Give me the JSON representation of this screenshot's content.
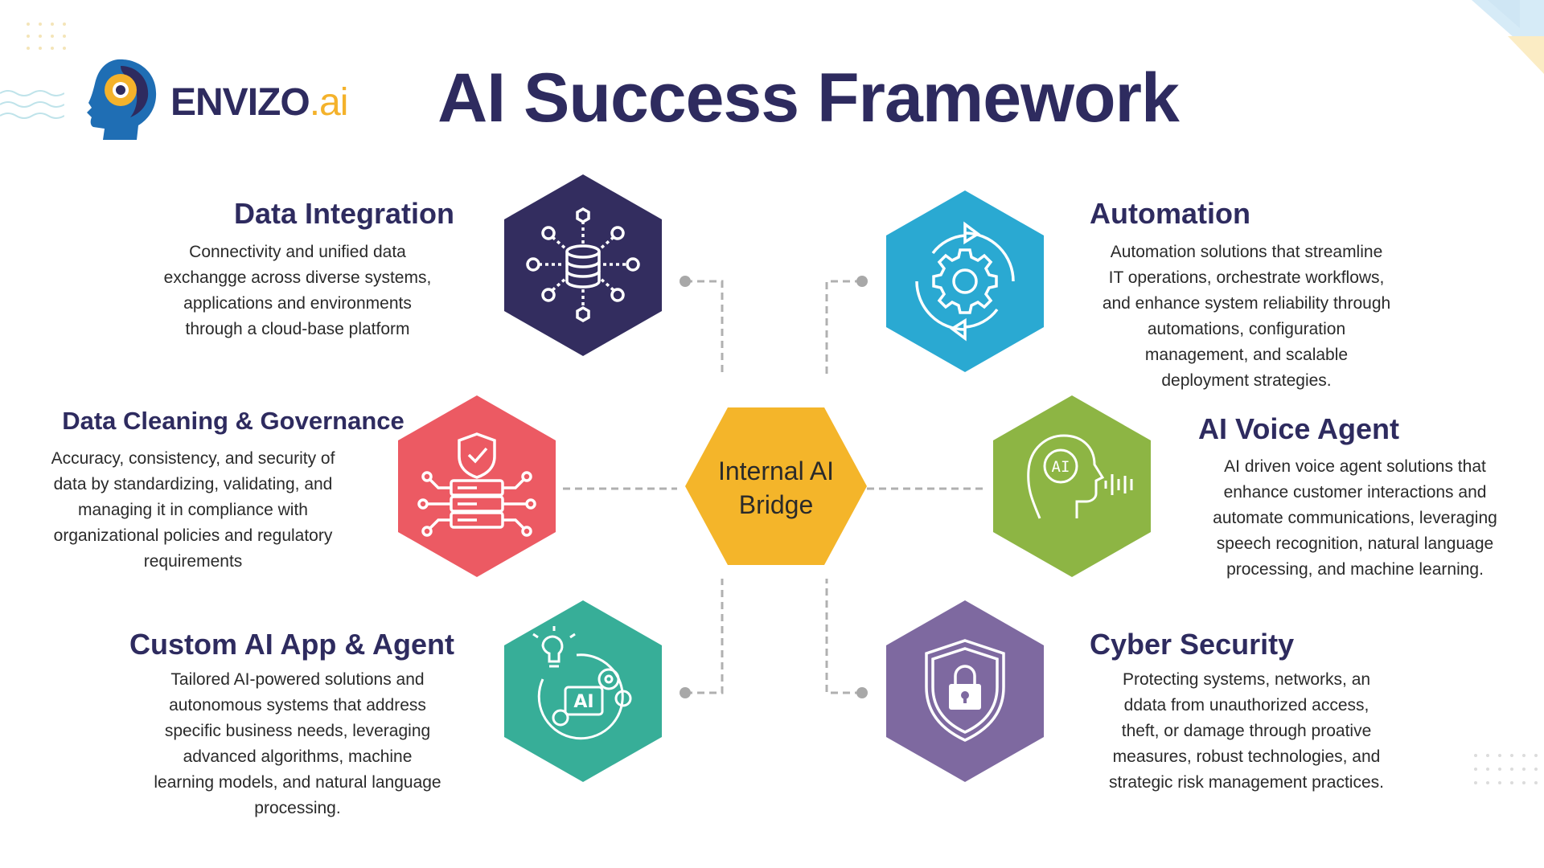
{
  "title": "AI Success Framework",
  "logo": {
    "name": "ENVIZO",
    "suffix": ".ai",
    "icon": "head-gear-logo-icon"
  },
  "center": {
    "line1": "Internal AI",
    "line2": "Bridge",
    "color": "#f4b52a"
  },
  "sections": {
    "data_integration": {
      "title": "Data Integration",
      "body": [
        "Connectivity and unified data",
        "exchangge across diverse systems,",
        "applications and environments",
        "through a cloud-base platform"
      ],
      "color": "#332d5f",
      "icon": "database-network-icon"
    },
    "automation": {
      "title": "Automation",
      "body": [
        "Automation solutions that streamline",
        "IT operations, orchestrate workflows,",
        "and enhance system reliability through",
        "automations, configuration",
        "management, and scalable",
        "deployment strategies."
      ],
      "color": "#2aa9d2",
      "icon": "gear-cycle-icon"
    },
    "data_cleaning": {
      "title": "Data Cleaning & Governance",
      "body": [
        "Accuracy, consistency, and security of",
        "data by standardizing, validating, and",
        "managing it in compliance with",
        "organizational policies and regulatory",
        "requirements"
      ],
      "color": "#ec5a63",
      "icon": "server-shield-check-icon"
    },
    "voice_agent": {
      "title": "AI Voice Agent",
      "body": [
        "AI driven voice agent solutions that",
        "enhance customer interactions and",
        "automate communications, leveraging",
        "speech recognition, natural language",
        "processing, and machine learning."
      ],
      "color": "#8db544",
      "icon": "ai-head-voice-icon"
    },
    "custom_ai": {
      "title": "Custom AI App & Agent",
      "body": [
        "Tailored AI-powered solutions and",
        "autonomous systems that address",
        "specific business needs, leveraging",
        "advanced algorithms, machine",
        "learning models, and natural language",
        "processing."
      ],
      "color": "#37ae98",
      "icon": "ai-bulb-gears-icon"
    },
    "cyber_security": {
      "title": "Cyber Security",
      "body": [
        "Protecting systems, networks, an",
        "ddata from unauthorized access,",
        "theft, or damage through proative",
        "measures, robust technologies, and",
        "strategic risk management practices."
      ],
      "color": "#7e69a0",
      "icon": "shield-lock-icon"
    }
  }
}
